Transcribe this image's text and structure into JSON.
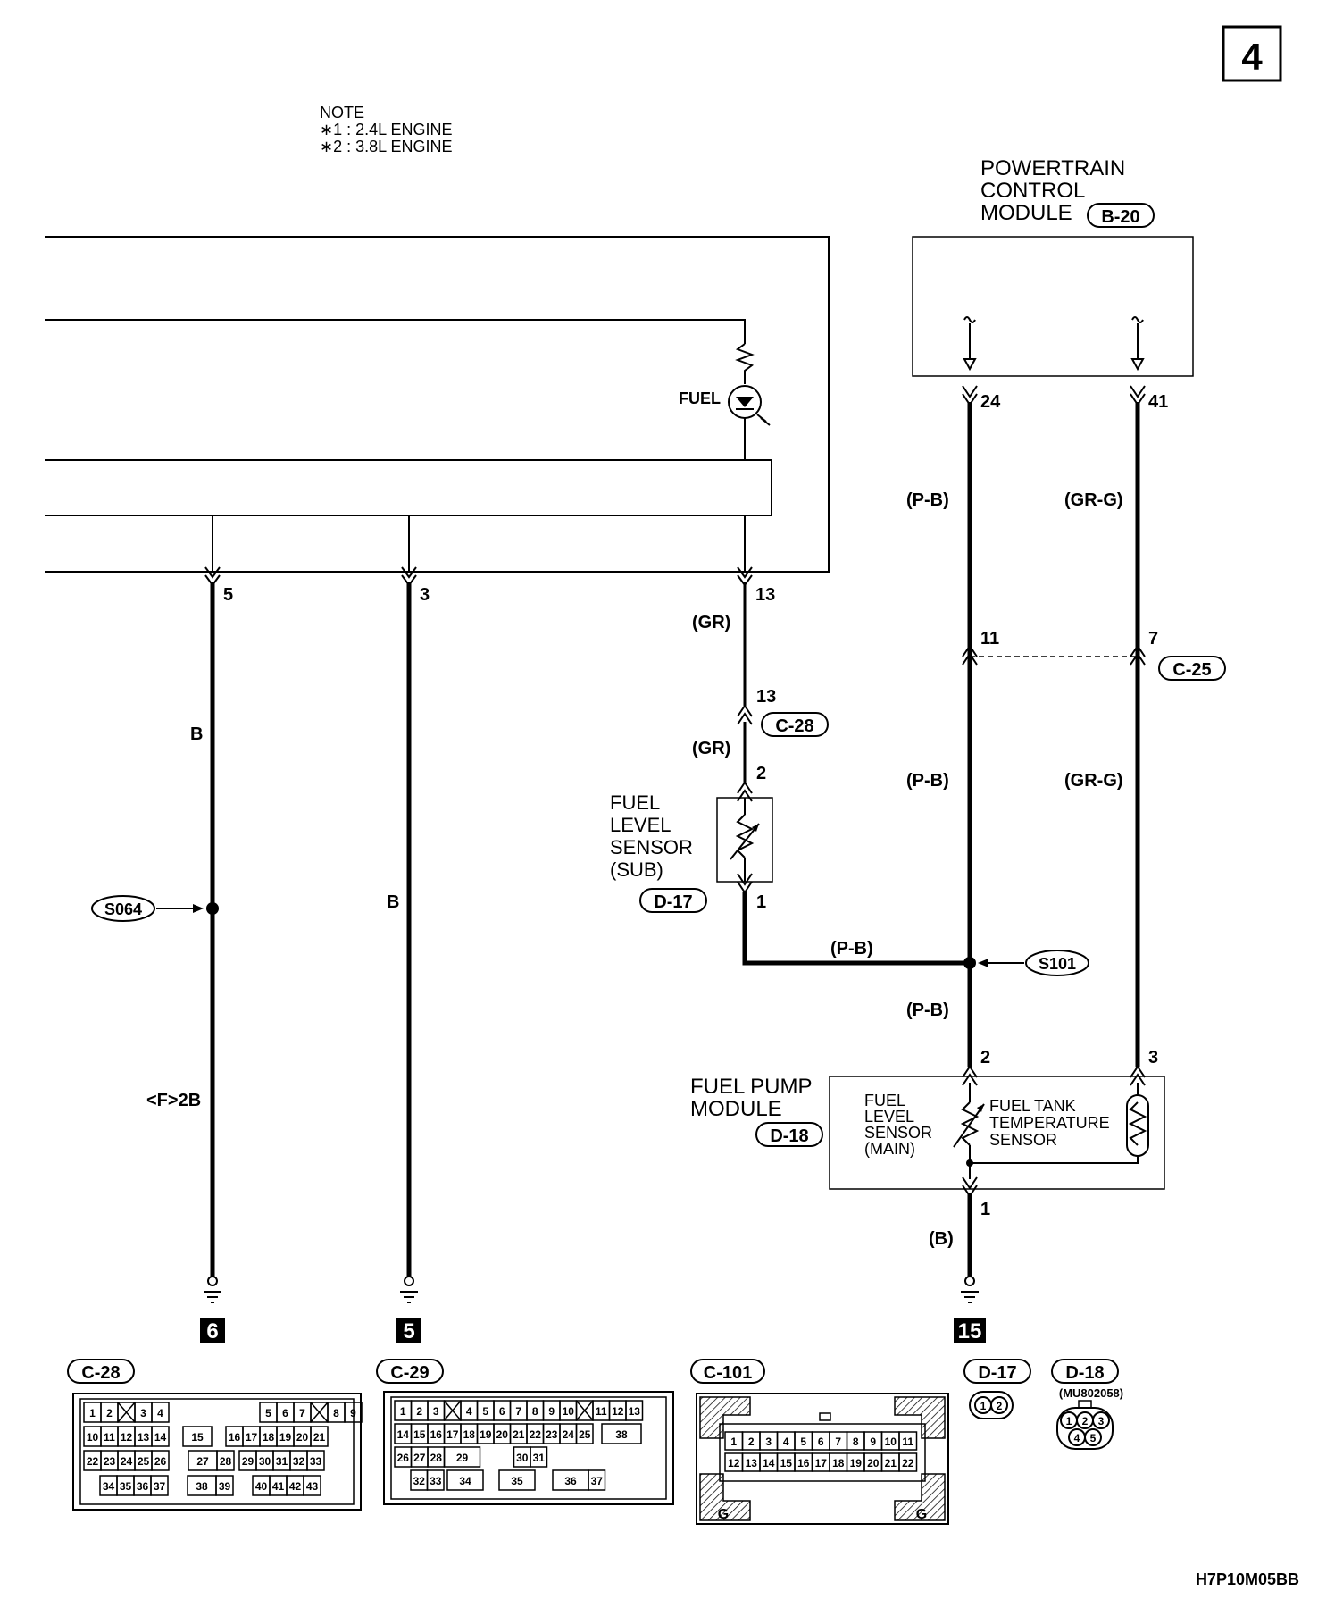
{
  "page": {
    "number": "4",
    "code": "H7P10M05BB"
  },
  "note": {
    "title": "NOTE",
    "lines": [
      "∗1 : 2.4L ENGINE",
      "∗2 : 3.8L ENGINE"
    ]
  },
  "pcm": {
    "title_lines": [
      "POWERTRAIN",
      "CONTROL",
      "MODULE"
    ],
    "connector": "B-20",
    "pins": [
      "24",
      "41"
    ]
  },
  "fuel_lamp": {
    "label": "FUEL"
  },
  "meter_pins": [
    "5",
    "3",
    "13"
  ],
  "wires": {
    "b1": "B",
    "b2": "B",
    "f2b": "<F>2B",
    "gr1": "(GR)",
    "gr2": "(GR)",
    "pb1": "(P-B)",
    "pb2": "(P-B)",
    "pb3": "(P-B)",
    "pb4": "(P-B)",
    "grg1": "(GR-G)",
    "grg2": "(GR-G)",
    "b3": "(B)"
  },
  "c28": {
    "label": "C-28",
    "pin": "13"
  },
  "c25": {
    "label": "C-25",
    "pins": [
      "11",
      "7"
    ]
  },
  "splices": {
    "s064": "S064",
    "s101": "S101"
  },
  "sensor_sub": {
    "label_lines": [
      "FUEL",
      "LEVEL",
      "SENSOR",
      "(SUB)"
    ],
    "connector": "D-17",
    "pins": [
      "2",
      "1"
    ]
  },
  "pump": {
    "label_lines": [
      "FUEL PUMP",
      "MODULE"
    ],
    "connector": "D-18",
    "pins": [
      "2",
      "3",
      "1"
    ],
    "main_lines": [
      "FUEL",
      "LEVEL",
      "SENSOR",
      "(MAIN)"
    ],
    "temp_lines": [
      "FUEL TANK",
      "TEMPERATURE",
      "SENSOR"
    ]
  },
  "grounds": [
    "6",
    "5",
    "15"
  ],
  "connectors": {
    "c28": {
      "label": "C-28",
      "rows": [
        [
          "1",
          "2",
          "",
          "3",
          "4",
          "5",
          "6",
          "7",
          "",
          "8",
          "9"
        ],
        [
          "10",
          "11",
          "12",
          "13",
          "14",
          "15",
          "16",
          "17",
          "18",
          "19",
          "20",
          "21"
        ],
        [
          "22",
          "23",
          "24",
          "25",
          "26",
          "27",
          "28",
          "29",
          "30",
          "31",
          "32",
          "33"
        ],
        [
          "34",
          "35",
          "36",
          "37",
          "38",
          "39",
          "40",
          "41",
          "42",
          "43"
        ]
      ]
    },
    "c29": {
      "label": "C-29",
      "rows": [
        [
          "1",
          "2",
          "3",
          "",
          "4",
          "5",
          "6",
          "7",
          "8",
          "9",
          "10",
          "",
          "11",
          "12",
          "13"
        ],
        [
          "14",
          "15",
          "16",
          "17",
          "18",
          "19",
          "20",
          "21",
          "22",
          "23",
          "24",
          "25",
          "38"
        ],
        [
          "26",
          "27",
          "28",
          "29",
          "30",
          "31"
        ],
        [
          "32",
          "33",
          "34",
          "35",
          "36",
          "37"
        ]
      ]
    },
    "c101": {
      "label": "C-101",
      "rows": [
        [
          "1",
          "2",
          "3",
          "4",
          "5",
          "6",
          "7",
          "8",
          "9",
          "10",
          "11"
        ],
        [
          "12",
          "13",
          "14",
          "15",
          "16",
          "17",
          "18",
          "19",
          "20",
          "21",
          "22"
        ]
      ],
      "ground_marks": [
        "G",
        "G"
      ]
    },
    "d17": {
      "label": "D-17",
      "pins": [
        "1",
        "2"
      ]
    },
    "d18": {
      "label": "D-18",
      "part": "(MU802058)",
      "pins": [
        "1",
        "2",
        "3",
        "4",
        "5"
      ]
    }
  }
}
